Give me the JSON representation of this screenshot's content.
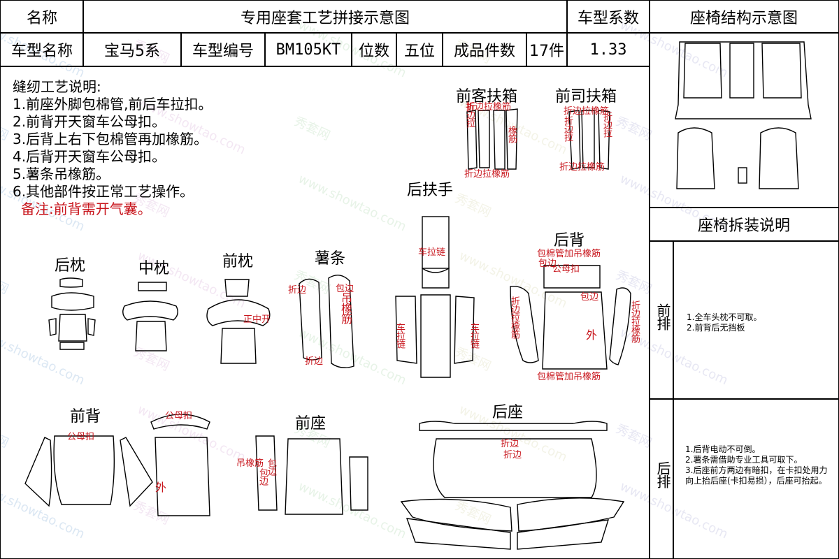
{
  "header": {
    "name_label": "名称",
    "title": "专用座套工艺拼接示意图",
    "coef_label": "车型系数",
    "structure_title": "座椅结构示意图"
  },
  "info": {
    "model_name_label": "车型名称",
    "model_name": "宝马5系",
    "model_no_label": "车型编号",
    "model_no": "BM105KT",
    "seats_label": "位数",
    "seats": "五位",
    "pieces_label": "成品件数",
    "pieces": "17件",
    "coef": "1.33"
  },
  "notes": {
    "title": "缝纫工艺说明:",
    "items": [
      "1.前座外脚包棉管,前后车拉扣。",
      "2.前背开天窗车公母扣。",
      "3.后背上右下包棉管再加橡筋。",
      "4.后背开天窗车公母扣。",
      "5.薯条吊橡筋。",
      "6.其他部件按正常工艺操作。"
    ],
    "remark": "备注:前背需开气囊。"
  },
  "parts": {
    "rear_pillow": "后枕",
    "mid_pillow": "中枕",
    "front_pillow": "前枕",
    "fries": "薯条",
    "rear_armrest": "后扶手",
    "front_pass_box": "前客扶箱",
    "front_driver_box": "前司扶箱",
    "rear_back": "后背",
    "front_back": "前背",
    "front_seat": "前座",
    "rear_seat": "后座"
  },
  "annotations": {
    "fold_zip_elastic": "折边拉橡筋",
    "fold_zip": "折边拉",
    "elastic": "橡筋",
    "fold": "折边",
    "hang_elastic": "吊橡筋",
    "zipper": "车拉链",
    "front_open": "正中开",
    "male_female": "公母扣",
    "piping_elastic": "包棉管加吊橡筋",
    "wrap_edge": "包边",
    "outer": "外",
    "car_zip": "车拉链"
  },
  "disassembly": {
    "title": "座椅拆装说明",
    "front_row_label": "前排",
    "front_row_text": "1.全车头枕不可取。\n2.前背后无挡板",
    "rear_row_label": "后排",
    "rear_row_text": "1.后背电动不可倒。\n2.薯条需借助专业工具可取下。\n3.后座前方两边有暗扣，在卡扣处用力向上抬后座(卡扣易损），后座可抬起。"
  },
  "watermark": {
    "url": "www.showtao.com",
    "brand": "秀套网"
  },
  "colors": {
    "annotation_red": "#c8161d",
    "line": "#000000"
  }
}
